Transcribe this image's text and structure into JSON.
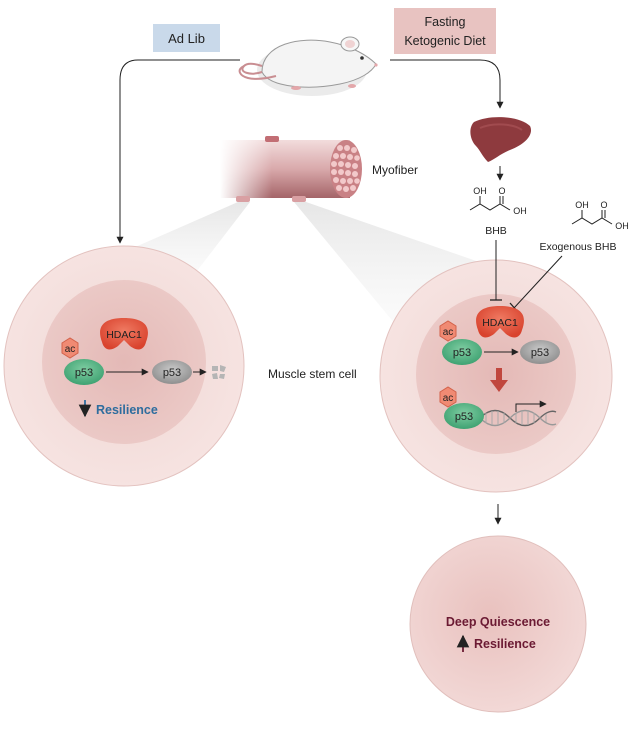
{
  "labels": {
    "ad_lib": "Ad Lib",
    "fasting_line1": "Fasting",
    "fasting_line2": "Ketogenic Diet",
    "myofiber": "Myofiber",
    "bhb_oh": "OH",
    "bhb_o": "O",
    "bhb_oh2": "OH",
    "bhb": "BHB",
    "exo_oh": "OH",
    "exo_o": "O",
    "exo_oh2": "OH",
    "exogenous_bhb": "Exogenous BHB",
    "muscle_stem_cell": "Muscle stem cell",
    "left_cell": {
      "ac": "ac",
      "p53_bound": "p53",
      "hdac1": "HDAC1",
      "p53_free": "p53",
      "resilience": "Resilience"
    },
    "right_cell": {
      "ac_top": "ac",
      "p53_bound": "p53",
      "hdac1": "HDAC1",
      "p53_free": "p53",
      "ac_bottom": "ac",
      "p53_dna": "p53"
    },
    "final_cell": {
      "deep_quiescence": "Deep Quiescence",
      "resilience": "Resilience"
    }
  },
  "colors": {
    "ad_lib_box": "#c9d9ea",
    "fasting_box": "#e8c3c1",
    "cell_outer": "#f3dcda",
    "cell_inner": "#e8c4c1",
    "hdac1": "#e2573f",
    "ac": "#f08a73",
    "p53_bound": "#5fb98a",
    "p53_free": "#a9a9a9",
    "liver": "#8e3a3e",
    "resilience_down": "#2e6d9e",
    "resilience_up": "#6b1a33",
    "fat_arrow": "#c0473e"
  }
}
